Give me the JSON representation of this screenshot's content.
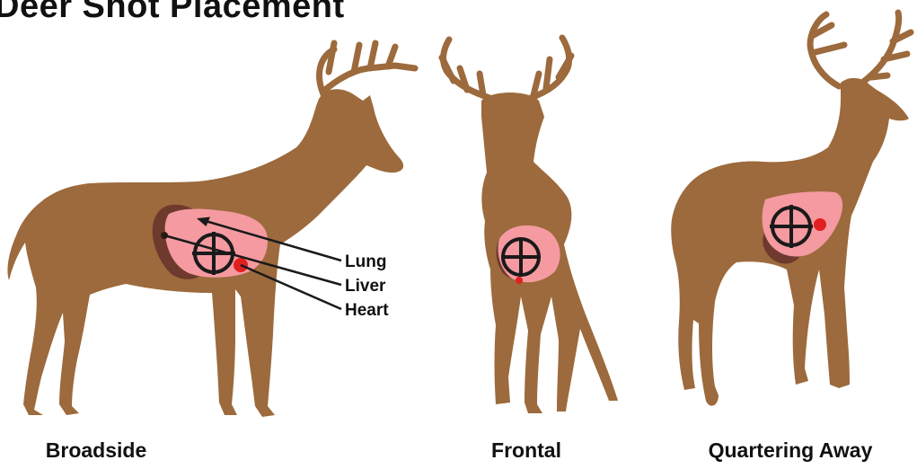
{
  "title": "Deer Shot Placement",
  "colors": {
    "deer": "#9c6a3c",
    "lung": "#f49aa0",
    "liver": "#6e3a2e",
    "heart": "#e02020",
    "crosshair": "#1a1a1a"
  },
  "views": [
    {
      "caption": "Broadside"
    },
    {
      "caption": "Frontal"
    },
    {
      "caption": "Quartering Away"
    }
  ],
  "organs": {
    "lung": "Lung",
    "liver": "Liver",
    "heart": "Heart"
  }
}
